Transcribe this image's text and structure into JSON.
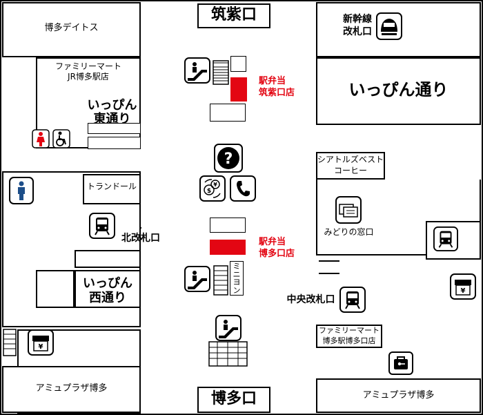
{
  "entrances": {
    "north": "筑紫口",
    "south": "博多口"
  },
  "areas": {
    "hakata_deitos": "博多デイトス",
    "familymart_top_line1": "ファミリーマート",
    "familymart_top_line2": "JR博多駅店",
    "ippin_east_line1": "いっぴん",
    "ippin_east_line2": "東通り",
    "ippin_dori": "いっぴん通り",
    "shinkansen_line1": "新幹線",
    "shinkansen_line2": "改札口",
    "seattles_line1": "シアトルズベスト",
    "seattles_line2": "コーヒー",
    "midori": "みどりの窓口",
    "tran_doll": "トランドール",
    "north_gate": "北改札口",
    "ippin_west_line1": "いっぴん",
    "ippin_west_line2": "西通り",
    "central_gate": "中央改札口",
    "familymart_bottom_line1": "ファミリーマート",
    "familymart_bottom_line2": "博多駅博多口店",
    "amu_left": "アミュプラザ博多",
    "amu_right": "アミュプラザ博多",
    "miniyon": "ミニヨン"
  },
  "ekiben": {
    "chikushi_line1": "駅弁当",
    "chikushi_line2": "筑紫口店",
    "hakata_line1": "駅弁当",
    "hakata_line2": "博多口店",
    "color": "#e30613"
  },
  "icons": [
    "shinkansen-icon",
    "escalator-icon",
    "female-restroom-icon",
    "wheelchair-icon",
    "information-icon",
    "currency-exchange-icon",
    "telephone-icon",
    "male-restroom-icon",
    "train-icon",
    "ticket-icon",
    "atm-icon",
    "coin-locker-icon"
  ],
  "colors": {
    "line": "#000000",
    "accent_red": "#e30613"
  }
}
